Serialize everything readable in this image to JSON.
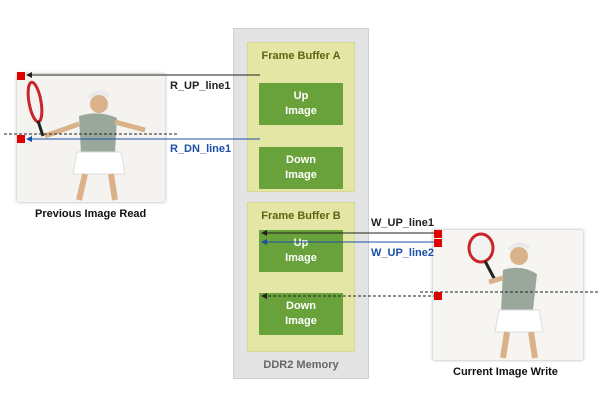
{
  "left_panel": {
    "caption": "Previous Image Read"
  },
  "right_panel": {
    "caption": "Current Image Write"
  },
  "memory": {
    "label": "DDR2 Memory",
    "buffers": [
      {
        "title": "Frame Buffer A",
        "up": "Up\nImage",
        "down": "Down\nImage"
      },
      {
        "title": "Frame Buffer B",
        "up": "Up\nImage",
        "down": "Down\nImage"
      }
    ]
  },
  "lines": {
    "r_up": "R_UP_line1",
    "r_dn": "R_DN_line1",
    "w_up1": "W_UP_line1",
    "w_up2": "W_UP_line2"
  },
  "colors": {
    "read_up_line": "#222222",
    "read_dn_line": "#1c4fa8",
    "write_up_line1": "#222222",
    "write_up_line2": "#1c4fa8",
    "marker": "#e00000",
    "buffer_bg": "#e3e6a4",
    "image_block": "#69a23a",
    "ddr_bg": "#e3e3e3"
  }
}
